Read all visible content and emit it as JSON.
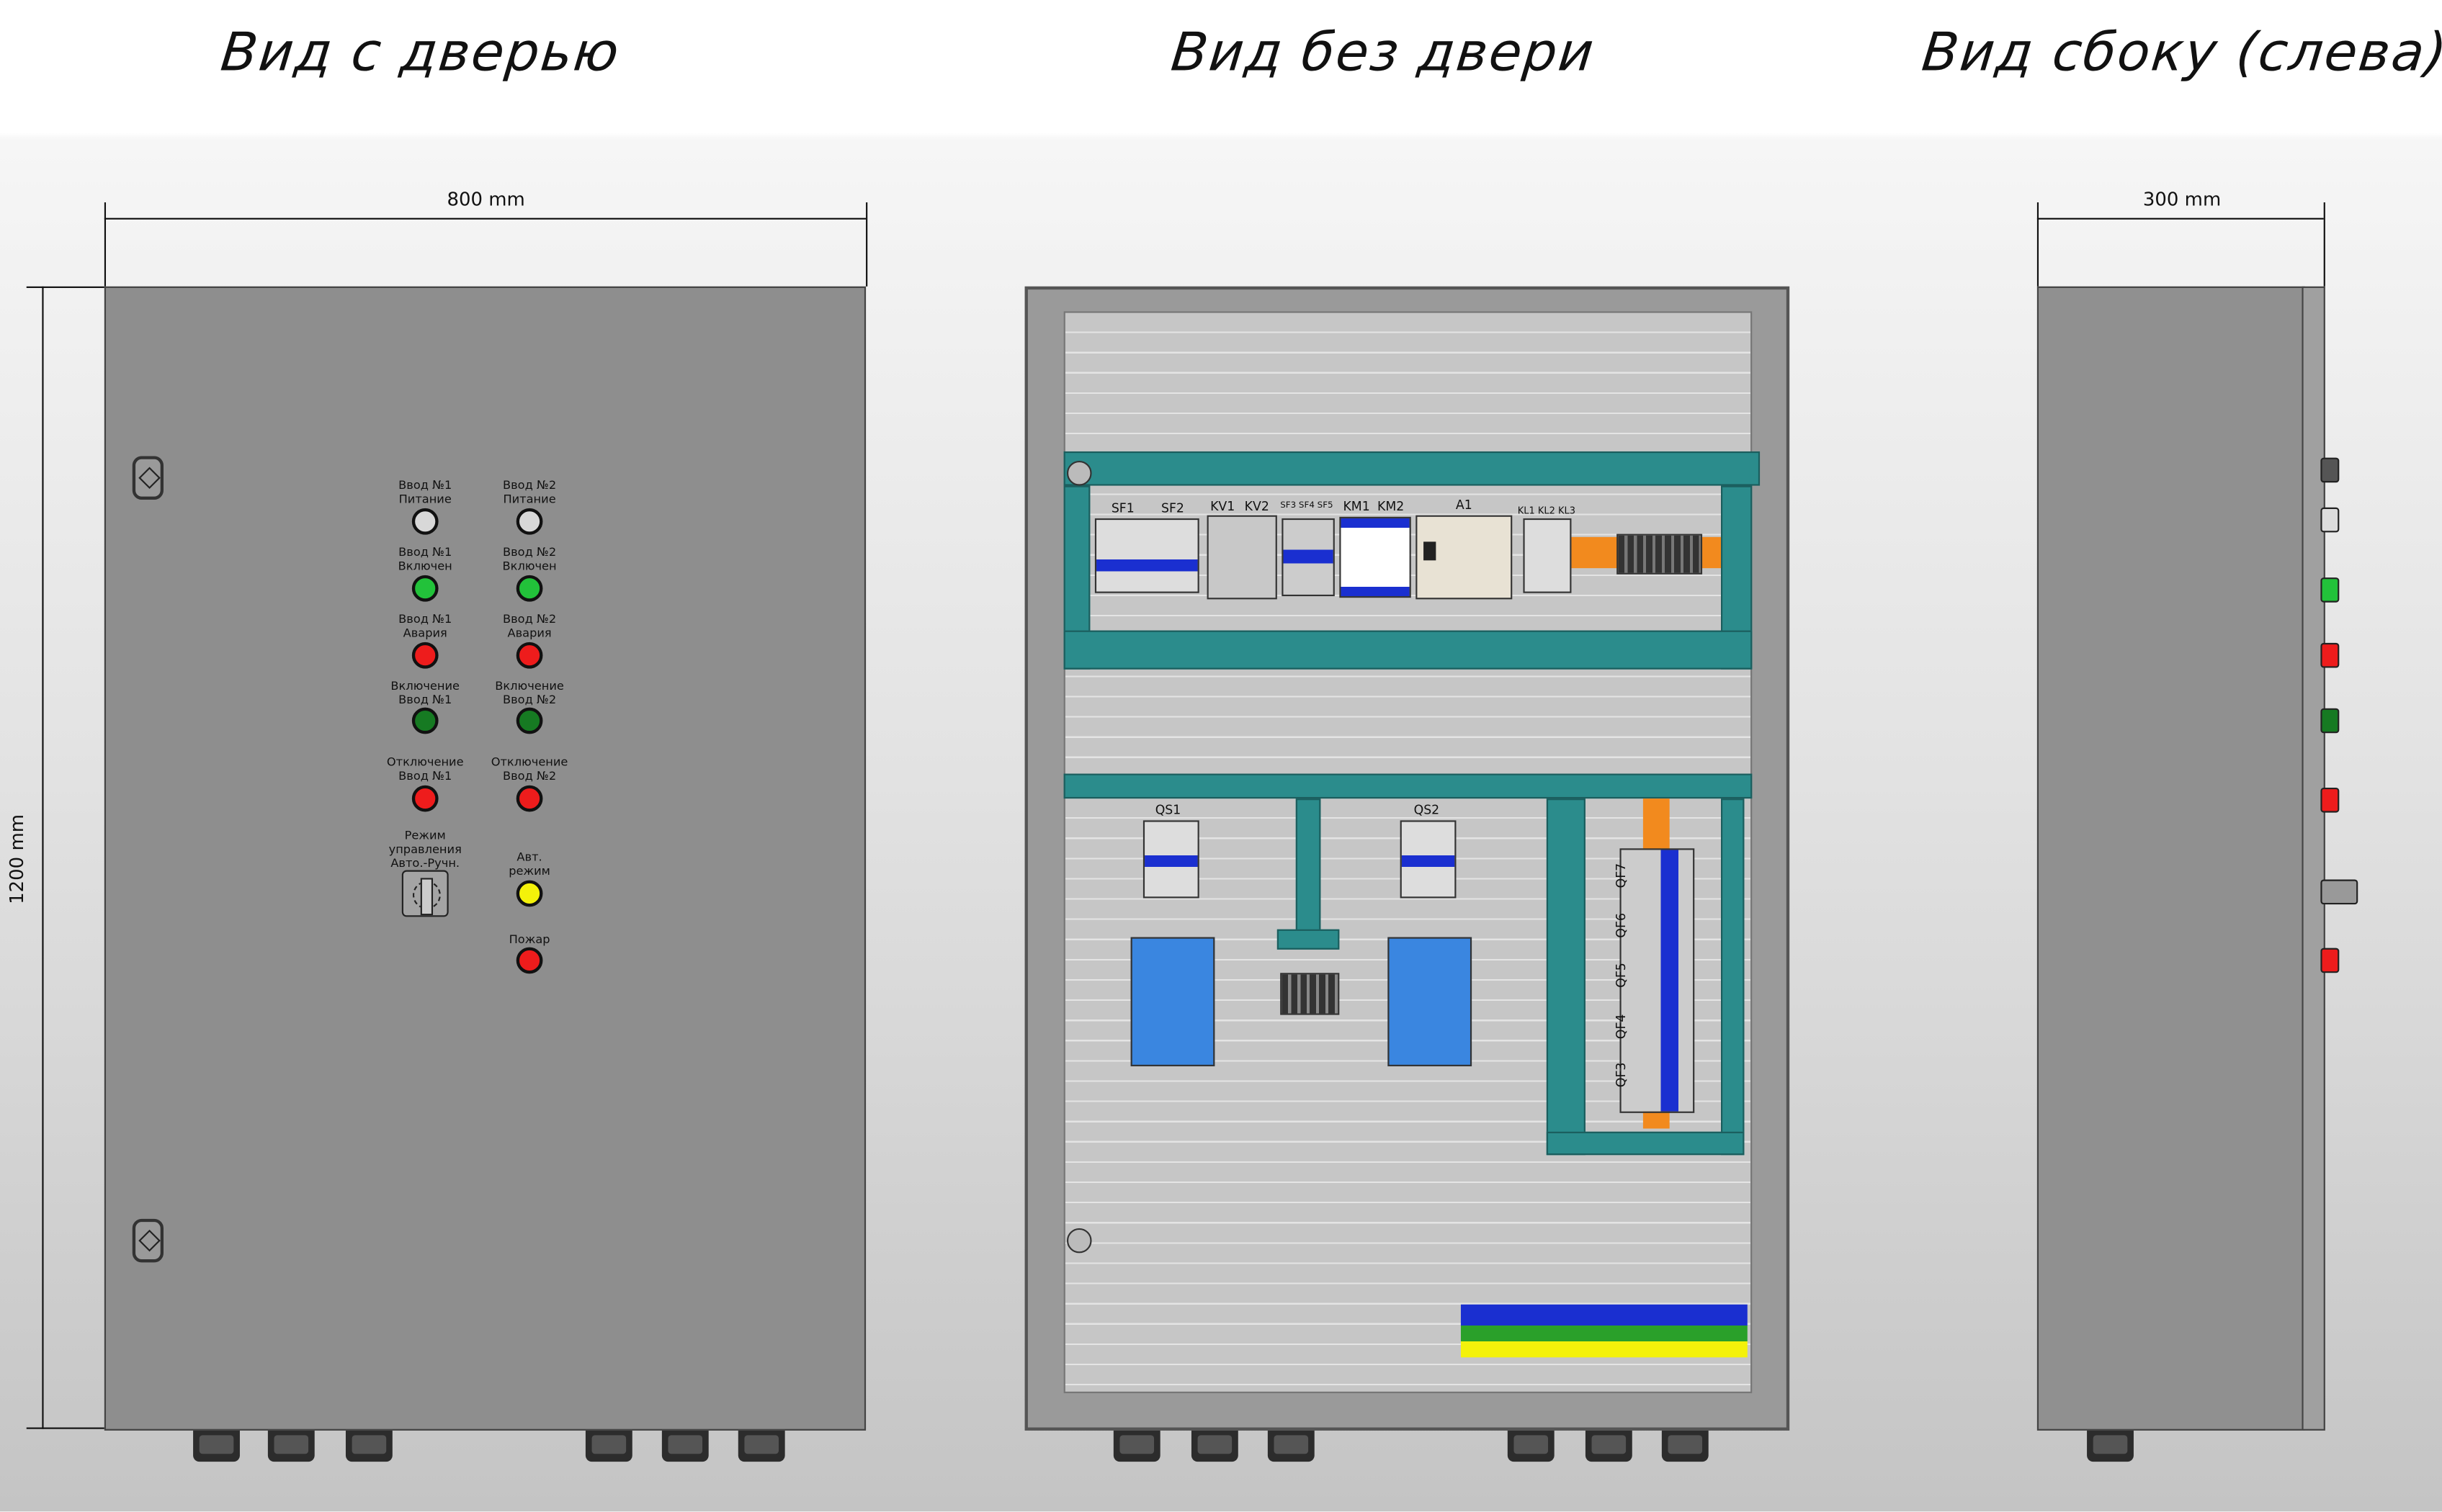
{
  "titles": {
    "door_view": "Вид с дверью",
    "open_view": "Вид без двери",
    "side_view": "Вид сбоку (слева)"
  },
  "dimensions": {
    "width": "800 mm",
    "height": "1200 mm",
    "depth": "300 mm"
  },
  "door_indicators": [
    {
      "label": "Ввод №1\nПитание",
      "color": "#d8d8d8"
    },
    {
      "label": "Ввод №2\nПитание",
      "color": "#d8d8d8"
    },
    {
      "label": "Ввод №1\nВключен",
      "color": "#22c23a"
    },
    {
      "label": "Ввод №2\nВключен",
      "color": "#22c23a"
    },
    {
      "label": "Ввод №1\nАвария",
      "color": "#ee1c1c"
    },
    {
      "label": "Ввод №2\nАвария",
      "color": "#ee1c1c"
    },
    {
      "label": "Включение\nВвод №1",
      "color": "#167a22"
    },
    {
      "label": "Включение\nВвод №2",
      "color": "#167a22"
    },
    {
      "label": "Отключение\nВвод №1",
      "color": "#ee1c1c"
    },
    {
      "label": "Отключение\nВвод №2",
      "color": "#ee1c1c"
    },
    {
      "label": "Авт.\nрежим",
      "color": "#f4f20a"
    },
    {
      "label": "Пожар",
      "color": "#ee1c1c"
    }
  ],
  "mode_switch": {
    "label": "Режим\nуправления\nАвто.-Ручн."
  },
  "components": {
    "SF1": "SF1",
    "SF2": "SF2",
    "KV1": "KV1",
    "KV2": "KV2",
    "SF3": "SF3 SF4 SF5",
    "KM1": "KM1",
    "KM2": "KM2",
    "A1": "A1",
    "KL": "KL1 KL2 KL3",
    "QS1": "QS1",
    "QS2": "QS2",
    "QF7": "QF7",
    "QF6": "QF6",
    "QF5": "QF5",
    "QF4": "QF4",
    "QF3": "QF3"
  },
  "colors": {
    "duct": "#2b8c8c",
    "rail": "#f28a1e",
    "breaker_blue": "#1a2fd0",
    "device_blue": "#3a86e0"
  }
}
